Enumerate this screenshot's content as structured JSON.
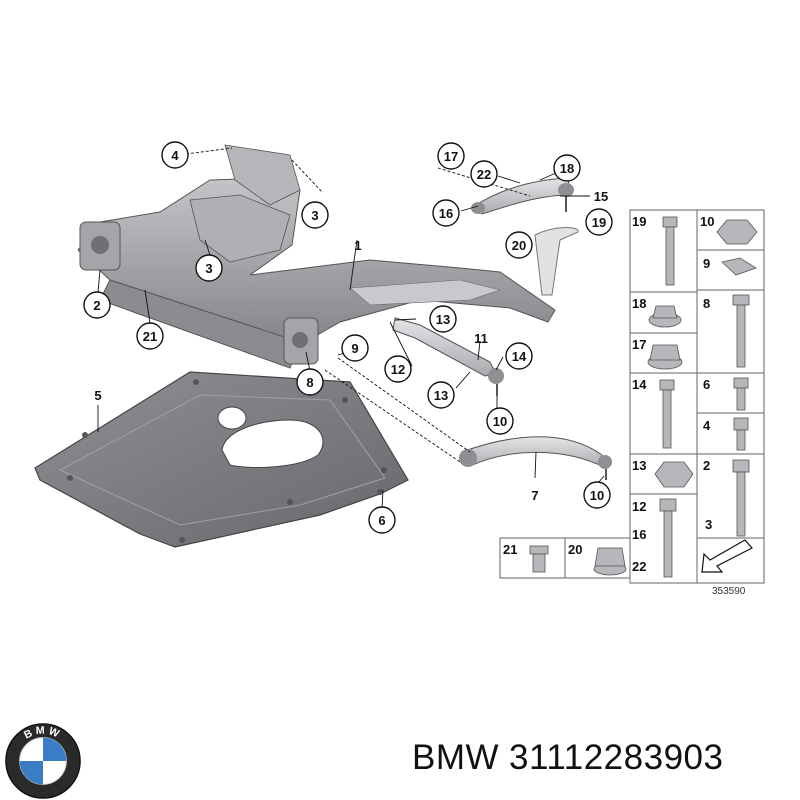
{
  "figure_number": "353590",
  "brand": "BMW",
  "part_number": "31112283903",
  "logo_text": "BMW",
  "colors": {
    "part_fill": "#9a9ca0",
    "part_dark": "#6e7074",
    "shield_fill": "#7d7f84",
    "ink": "#111111"
  },
  "callouts": [
    {
      "id": "c4",
      "label": "4"
    },
    {
      "id": "c3a",
      "label": "3"
    },
    {
      "id": "c3b",
      "label": "3"
    },
    {
      "id": "c2",
      "label": "2"
    },
    {
      "id": "c21",
      "label": "21"
    },
    {
      "id": "c1",
      "label": "1"
    },
    {
      "id": "c17",
      "label": "17"
    },
    {
      "id": "c22",
      "label": "22"
    },
    {
      "id": "c18",
      "label": "18"
    },
    {
      "id": "c15",
      "label": "15"
    },
    {
      "id": "c16",
      "label": "16"
    },
    {
      "id": "c19",
      "label": "19"
    },
    {
      "id": "c20",
      "label": "20"
    },
    {
      "id": "c13a",
      "label": "13"
    },
    {
      "id": "c11",
      "label": "11"
    },
    {
      "id": "c9",
      "label": "9"
    },
    {
      "id": "c12",
      "label": "12"
    },
    {
      "id": "c14",
      "label": "14"
    },
    {
      "id": "c8",
      "label": "8"
    },
    {
      "id": "c13b",
      "label": "13"
    },
    {
      "id": "c10a",
      "label": "10"
    },
    {
      "id": "c5",
      "label": "5"
    },
    {
      "id": "c6",
      "label": "6"
    },
    {
      "id": "c7",
      "label": "7"
    },
    {
      "id": "c10b",
      "label": "10"
    }
  ],
  "hardware_grid": {
    "cells": [
      {
        "label": "19"
      },
      {
        "label": "10"
      },
      {
        "label": "9"
      },
      {
        "label": "18"
      },
      {
        "label": "8"
      },
      {
        "label": "17"
      },
      {
        "label": "14"
      },
      {
        "label": "6"
      },
      {
        "label": "4"
      },
      {
        "label": "13"
      },
      {
        "label": "2"
      },
      {
        "label": "12"
      },
      {
        "label": "16"
      },
      {
        "label": "22"
      },
      {
        "label": "3"
      },
      {
        "label": "21"
      },
      {
        "label": "20"
      }
    ]
  }
}
